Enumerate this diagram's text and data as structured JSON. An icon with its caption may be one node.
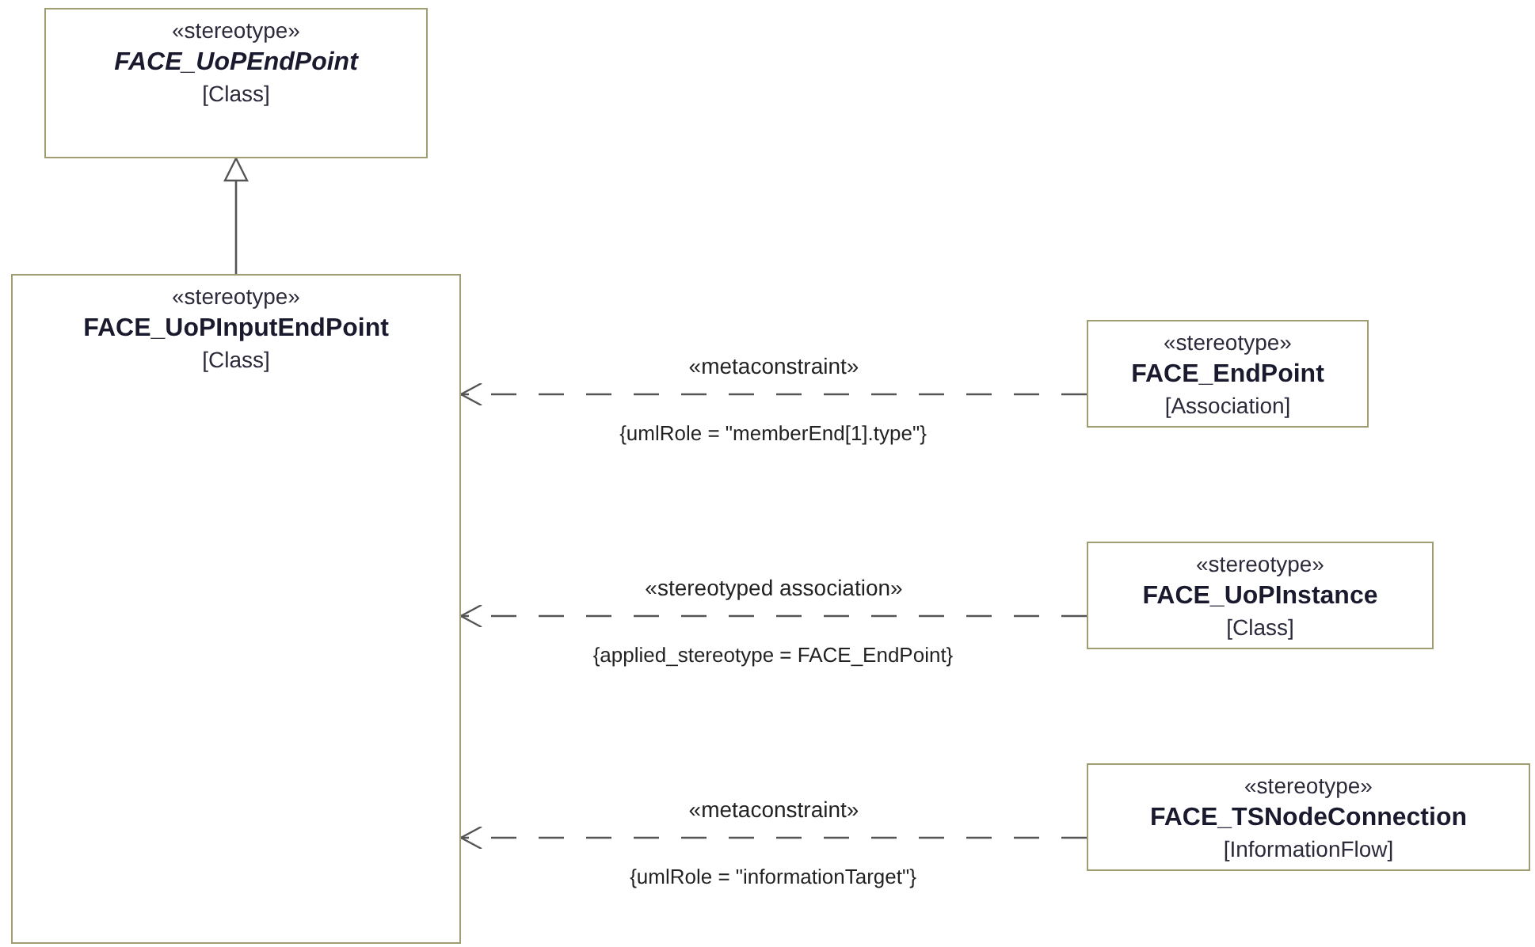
{
  "diagram": {
    "nodes": [
      {
        "text": [
          "«stereotype»",
          "FACE_UoPEndPoint",
          "[Class]"
        ]
      },
      {
        "text": [
          "«stereotype»",
          "FACE_UoPInputEndPoint",
          "[Class]"
        ]
      },
      {
        "text": [
          "«stereotype»",
          "FACE_EndPoint",
          "[Association]"
        ]
      },
      {
        "text": [
          "«stereotype»",
          "FACE_UoPInstance",
          "[Class]"
        ]
      },
      {
        "text": [
          "«stereotype»",
          "FACE_TSNodeConnection",
          "[InformationFlow]"
        ]
      }
    ],
    "edges": [
      {
        "from": 1,
        "to": 0,
        "arrow": "to"
      },
      {
        "from": 2,
        "to": 1,
        "arrow": "to",
        "label": "«metaconstraint»",
        "style": "dashed"
      },
      {
        "from": 3,
        "to": 1,
        "arrow": "to",
        "label": "«stereotyped association»",
        "style": "dashed"
      },
      {
        "from": 4,
        "to": 1,
        "arrow": "to",
        "label": "«metaconstraint»",
        "style": "dashed"
      }
    ],
    "labels": [
      "{umlRole = \"memberEnd[1].type\"}",
      "{applied_stereotype = FACE_EndPoint}",
      "{umlRole = \"informationTarget\"}"
    ]
  }
}
